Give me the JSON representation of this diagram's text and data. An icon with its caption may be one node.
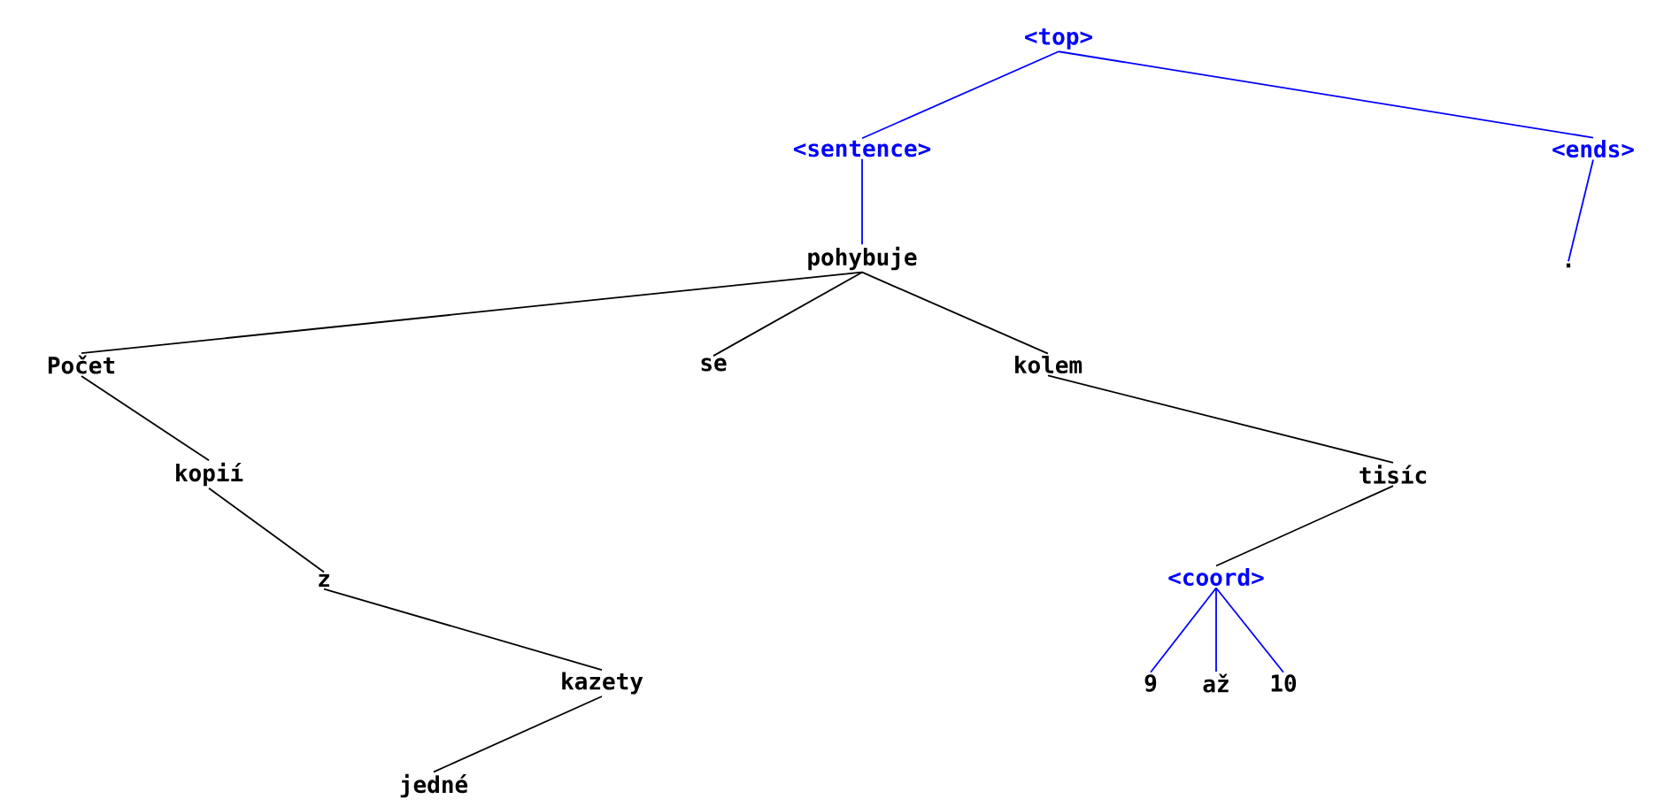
{
  "diagram": {
    "nodes": [
      {
        "text": [
          "<top>"
        ]
      },
      {
        "text": [
          "<sentence>"
        ]
      },
      {
        "text": [
          "<ends>"
        ]
      },
      {
        "text": [
          "pohybuje"
        ]
      },
      {
        "text": [
          "."
        ]
      },
      {
        "text": [
          "Počet"
        ]
      },
      {
        "text": [
          "se"
        ]
      },
      {
        "text": [
          "kolem"
        ]
      },
      {
        "text": [
          "kopií"
        ]
      },
      {
        "text": [
          "tisíc"
        ]
      },
      {
        "text": [
          "z"
        ]
      },
      {
        "text": [
          "<coord>"
        ]
      },
      {
        "text": [
          "kazety"
        ]
      },
      {
        "text": [
          "9"
        ]
      },
      {
        "text": [
          "až"
        ]
      },
      {
        "text": [
          "10"
        ]
      },
      {
        "text": [
          "jedné"
        ]
      }
    ],
    "edges": [
      {
        "from": 0,
        "to": 1,
        "arrow": "none",
        "color": "#0000ff"
      },
      {
        "from": 0,
        "to": 2,
        "arrow": "none",
        "color": "#0000ff"
      },
      {
        "from": 1,
        "to": 3,
        "arrow": "none",
        "color": "#0000ff"
      },
      {
        "from": 2,
        "to": 4,
        "arrow": "none",
        "color": "#0000ff"
      },
      {
        "from": 3,
        "to": 5,
        "arrow": "none"
      },
      {
        "from": 3,
        "to": 6,
        "arrow": "none"
      },
      {
        "from": 3,
        "to": 7,
        "arrow": "none"
      },
      {
        "from": 5,
        "to": 8,
        "arrow": "none"
      },
      {
        "from": 7,
        "to": 9,
        "arrow": "none"
      },
      {
        "from": 8,
        "to": 10,
        "arrow": "none"
      },
      {
        "from": 9,
        "to": 11,
        "arrow": "none"
      },
      {
        "from": 10,
        "to": 12,
        "arrow": "none"
      },
      {
        "from": 11,
        "to": 13,
        "arrow": "none",
        "color": "#0000ff"
      },
      {
        "from": 11,
        "to": 14,
        "arrow": "none",
        "color": "#0000ff"
      },
      {
        "from": 11,
        "to": 15,
        "arrow": "none",
        "color": "#0000ff"
      },
      {
        "from": 12,
        "to": 16,
        "arrow": "none"
      }
    ]
  }
}
